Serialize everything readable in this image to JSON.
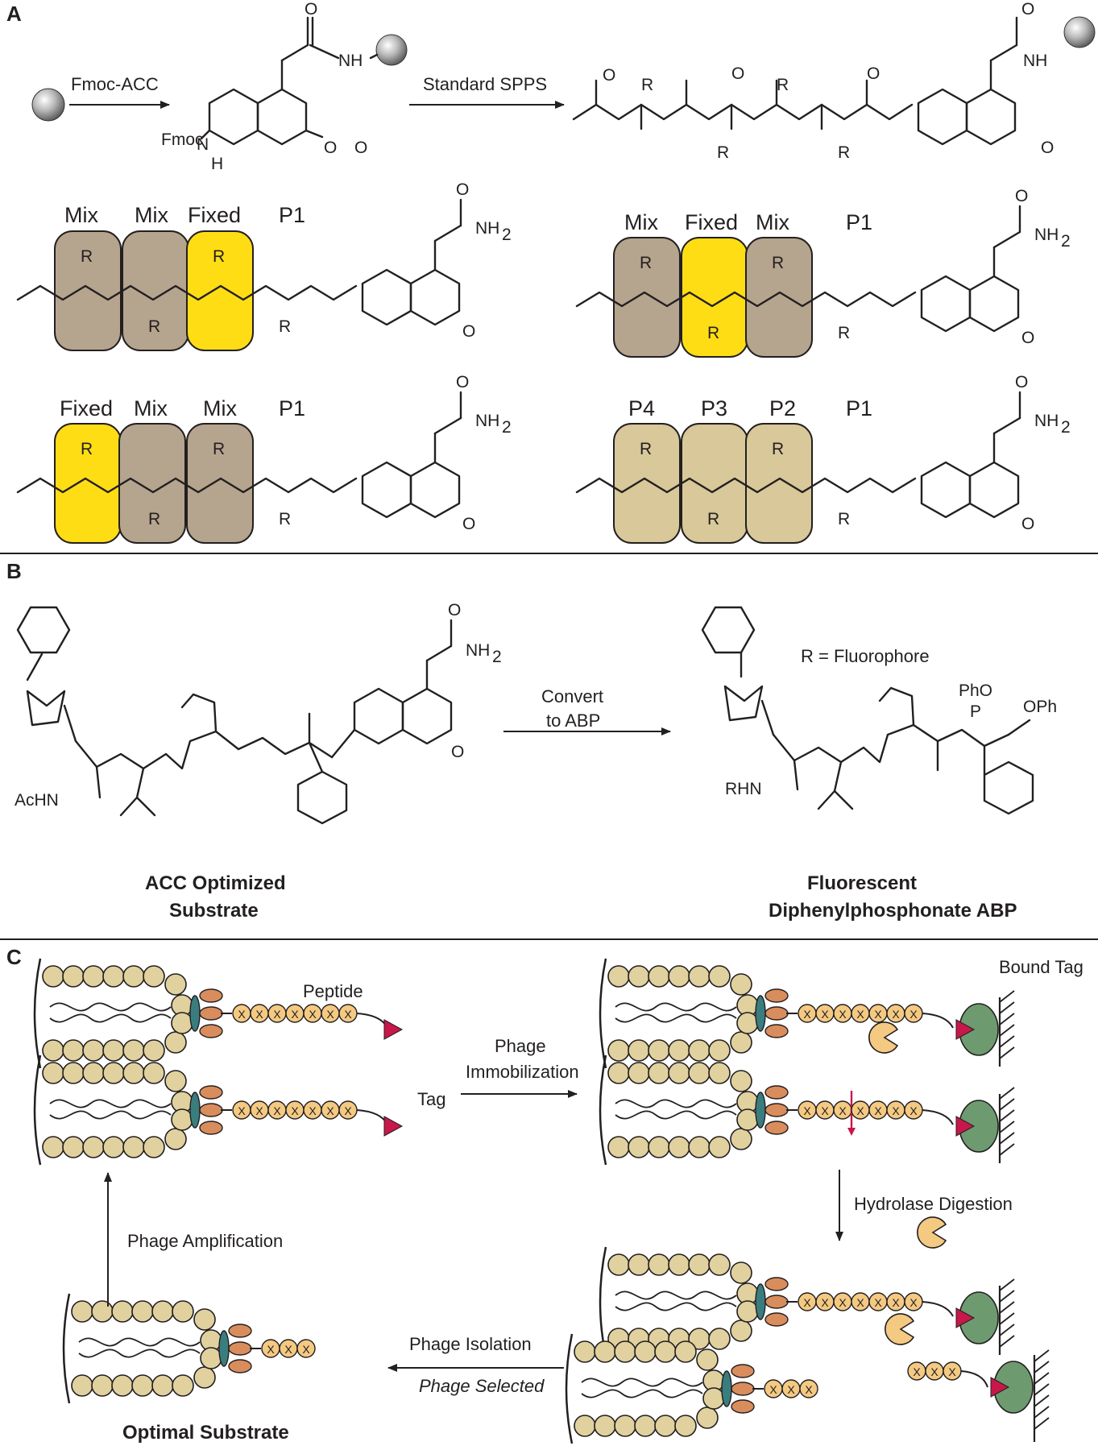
{
  "panels": {
    "a": "A",
    "b": "B",
    "c": "C"
  },
  "panel_a": {
    "step1_label": "Fmoc-ACC",
    "step2_label": "Standard SPPS",
    "fmoc_group": "Fmoc",
    "atoms": {
      "O": "O",
      "N": "N",
      "H": "H",
      "NH": "NH",
      "NH2": "NH",
      "R": "R",
      "sub2": "2"
    },
    "library_1": [
      "Mix",
      "Mix",
      "Fixed",
      "P1"
    ],
    "library_2": [
      "Mix",
      "Fixed",
      "Mix",
      "P1"
    ],
    "library_3": [
      "Fixed",
      "Mix",
      "Mix",
      "P1"
    ],
    "library_4": [
      "P4",
      "P3",
      "P2",
      "P1"
    ]
  },
  "panel_b": {
    "arrow_label": [
      "Convert",
      "to ABP"
    ],
    "left_caption": [
      "ACC Optimized",
      "Substrate"
    ],
    "right_caption": [
      "Fluorescent",
      "Diphenylphosphonate ABP"
    ],
    "r_definition": "R = Fluorophore",
    "atoms": {
      "AcHN": "AcHN",
      "RHN": "RHN",
      "PhO": "PhO",
      "OPh": "OPh",
      "P": "P"
    }
  },
  "panel_c": {
    "peptide_label": "Peptide",
    "tag_label": "Tag",
    "bound_tag_label": "Bound Tag",
    "immobilization_label": [
      "Phage",
      "Immobilization"
    ],
    "digestion_label": "Hydrolase Digestion",
    "isolation_label": "Phage Isolation",
    "selected_label": "Phage Selected",
    "amplification_label": "Phage Amplification",
    "optimal_label": "Optimal Substrate",
    "residue_letter": "X"
  },
  "colors": {
    "mix": "#b5a58e",
    "fixed": "#ffdd15",
    "position": "#d8c89a",
    "capsid": "#e0d19e",
    "coat_tip": "#3a7d7f",
    "coat_protein": "#d98d5c",
    "peptide_bead": "#f4c982",
    "tag": "#c8174a",
    "bound_target": "#6d9b6f",
    "enzyme": "#f4c982",
    "divider": "#231f20"
  }
}
